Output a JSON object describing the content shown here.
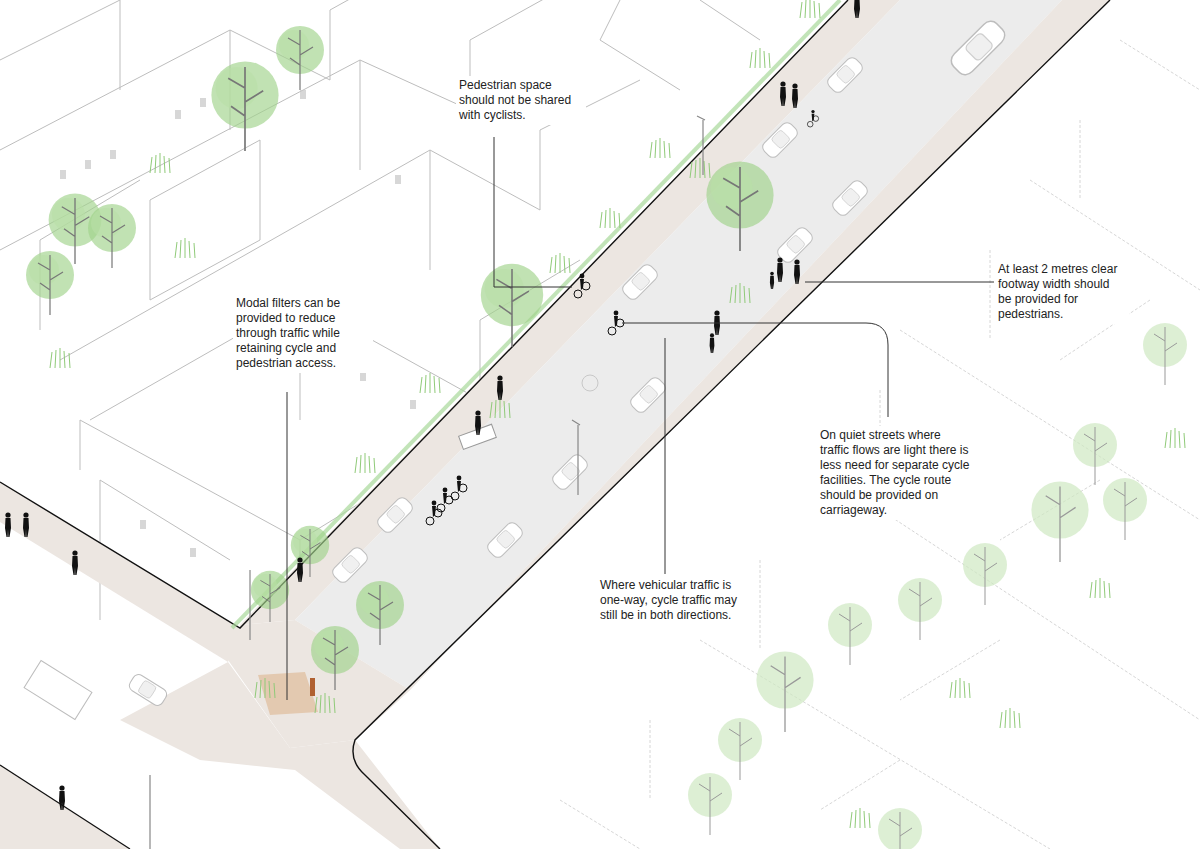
{
  "diagram": {
    "labels": [
      "Pedestrian space should not be shared with cyclists.",
      "At least 2 metres clear footway width should be provided for pedestrians.",
      "Modal filters can be provided to reduce through traffic while retaining cycle and pedestrian access.",
      "On quiet streets where traffic flows are light there is less need for separate cycle facilities. The cycle route should be provided on carriageway.",
      "Where vehicular traffic is one-way, cycle traffic may still be in both directions."
    ]
  }
}
